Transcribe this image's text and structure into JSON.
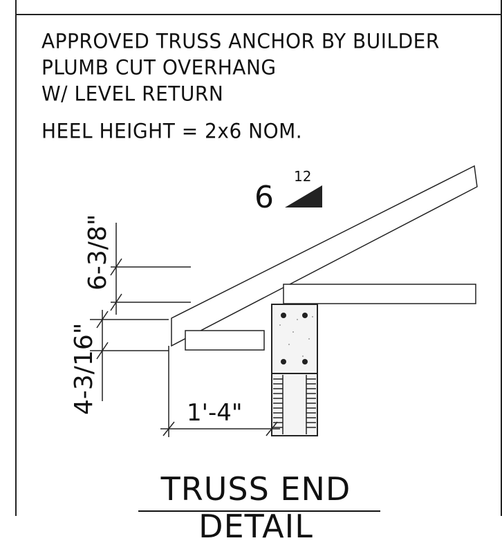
{
  "notes": {
    "line1": "APPROVED TRUSS ANCHOR BY BUILDER",
    "line2": "PLUMB CUT OVERHANG",
    "line3": "W/ LEVEL RETURN",
    "line4": "HEEL HEIGHT = 2x6 NOM."
  },
  "slope": {
    "rise": "6",
    "run": "12"
  },
  "dimensions": {
    "upper_vertical": "6-3/8\"",
    "lower_vertical": "4-3/16\"",
    "overhang": "1'-4\""
  },
  "title": "TRUSS END DETAIL"
}
